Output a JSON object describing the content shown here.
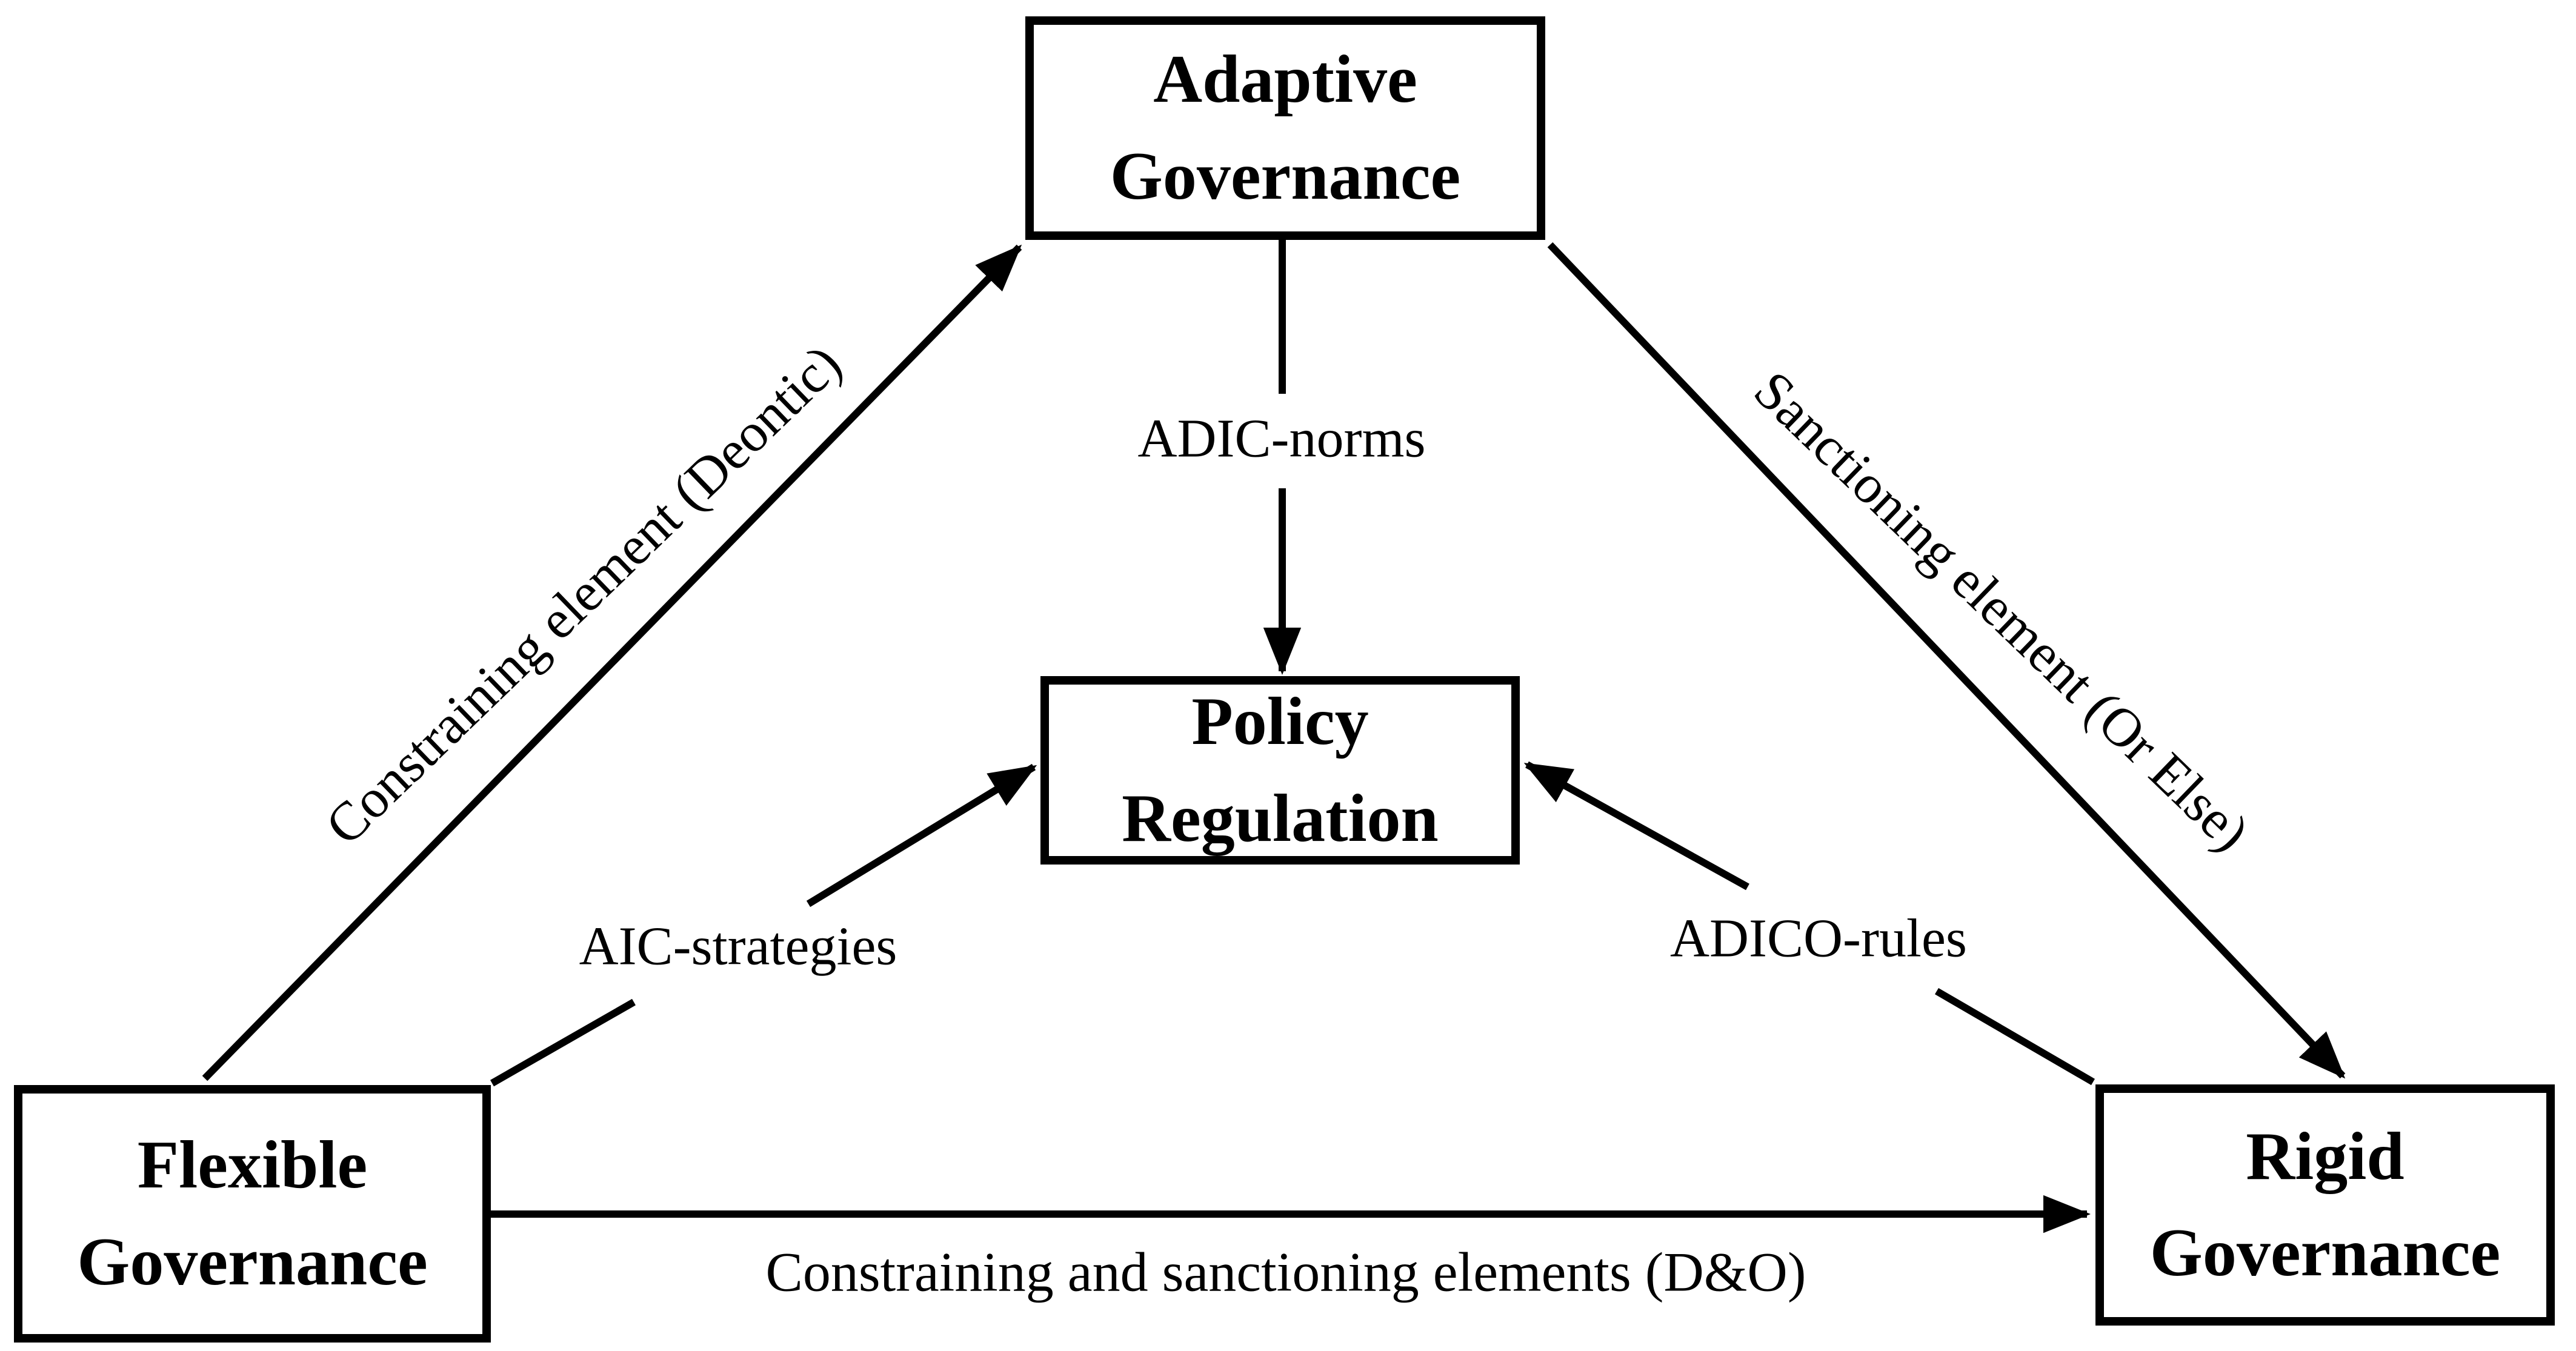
{
  "diagram": {
    "colors": {
      "ink": "#000000",
      "background": "#ffffff"
    },
    "nodes": {
      "adaptive": {
        "line1": "Adaptive",
        "line2": "Governance"
      },
      "policy": {
        "line1": "Policy",
        "line2": "Regulation"
      },
      "flexible": {
        "line1": "Flexible",
        "line2": "Governance"
      },
      "rigid": {
        "line1": "Rigid",
        "line2": "Governance"
      }
    },
    "edges": {
      "constraining": {
        "label": "Constraining element (Deontic)",
        "from": "Flexible Governance",
        "to": "Adaptive Governance"
      },
      "sanctioning": {
        "label": "Sanctioning element (Or Else)",
        "from": "Adaptive Governance",
        "to": "Rigid Governance"
      },
      "adic": {
        "label": "ADIC-norms",
        "from": "Adaptive Governance",
        "to": "Policy Regulation"
      },
      "aic": {
        "label": "AIC-strategies",
        "from": "Flexible Governance",
        "to": "Policy Regulation"
      },
      "adico": {
        "label": "ADICO-rules",
        "from": "Rigid Governance",
        "to": "Policy Regulation"
      },
      "dno": {
        "label": "Constraining and sanctioning elements (D&O)",
        "from": "Flexible Governance",
        "to": "Rigid Governance"
      }
    }
  }
}
